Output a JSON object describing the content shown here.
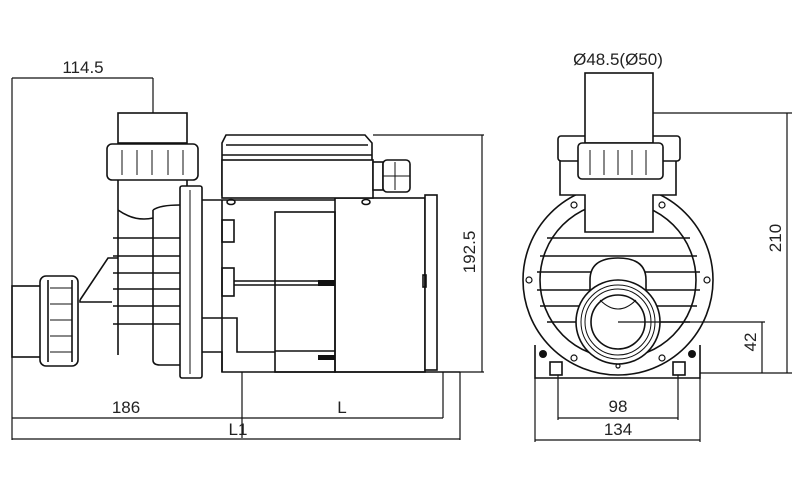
{
  "side_view": {
    "dim_inlet_offset": "114.5",
    "dim_height": "192.5",
    "dim_front_length": "186",
    "dim_motor_length": "L",
    "dim_total_length": "L1"
  },
  "front_view": {
    "dim_pipe_diameter": "Ø48.5(Ø50)",
    "dim_total_height": "210",
    "dim_outlet_height": "42",
    "dim_foot_spacing": "98",
    "dim_base_width": "134"
  }
}
